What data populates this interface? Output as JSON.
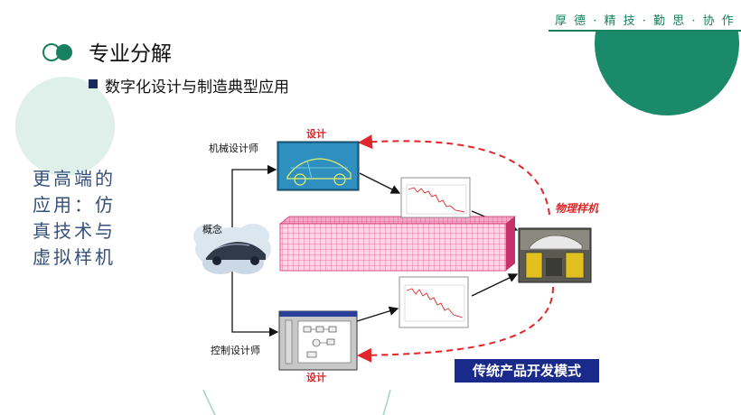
{
  "header": {
    "motto": "厚 德 · 精 技 · 勤 思 · 协 作"
  },
  "section": {
    "title": "专业分解",
    "subtitle": "数字化设计与制造典型应用"
  },
  "side_text": [
    "更高端的",
    "应用：仿",
    "真技术与",
    "虚拟样机"
  ],
  "diagram": {
    "mech_designer": "机械设计师",
    "control_designer": "控制设计师",
    "concept": "概念",
    "design_top": "设计",
    "design_bottom": "设计",
    "physical_prototype": "物理样机",
    "caption": "传统产品开发模式"
  },
  "colors": {
    "accent_green": "#17805f",
    "dark_green": "#1a8a6a",
    "pale_green": "#dff0ea",
    "arrow_red": "#e0262a",
    "caption_bg": "#1a2a8a",
    "bar_pink": "#e8508a"
  }
}
